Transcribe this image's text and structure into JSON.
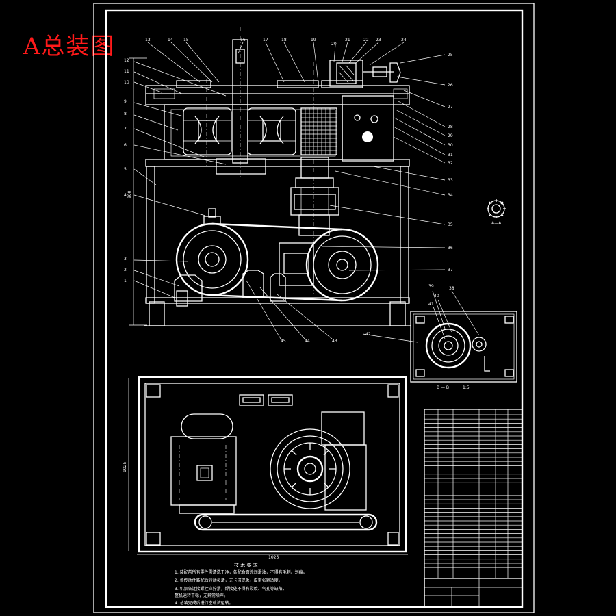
{
  "title": "A总装图",
  "view_labels": {
    "section_aa": "A—A",
    "section_bb": "B — B",
    "section_bb_scale": "1:5"
  },
  "dimensions": {
    "bottom_width": "1025",
    "left_height": "900",
    "plan_height": "1025"
  },
  "part_numbers_left": [
    "12",
    "11",
    "10",
    "9",
    "8",
    "7",
    "6",
    "5",
    "4",
    "3",
    "2",
    "1"
  ],
  "part_numbers_top": [
    "13",
    "14",
    "15",
    "16",
    "17",
    "18",
    "19",
    "20",
    "21",
    "22",
    "23",
    "24"
  ],
  "part_numbers_right": [
    "25",
    "26",
    "27",
    "28",
    "29",
    "30",
    "31",
    "32",
    "33",
    "34",
    "35",
    "36",
    "37"
  ],
  "part_numbers_bottom": [
    "45",
    "44",
    "43",
    "42"
  ],
  "part_numbers_section": [
    "39",
    "40",
    "41",
    "38"
  ],
  "tech_requirements": {
    "heading": "技 术 要 求",
    "lines": [
      "1.  装配前所有零件需清洗干净，各配合面涂润滑油，不得有毛刺、划痕。",
      "2.  各传动件装配后转动灵活，无卡滞现象，皮带张紧适度。",
      "3.  机架各连接螺栓应拧紧，焊接处不得有裂纹、气孔等缺陷，",
      "     整机运转平稳，无异常噪声。",
      "4.  总装完成后进行空载试运转。"
    ]
  },
  "colors": {
    "background": "#000000",
    "line": "#ffffff",
    "title": "#ff1a1a"
  }
}
